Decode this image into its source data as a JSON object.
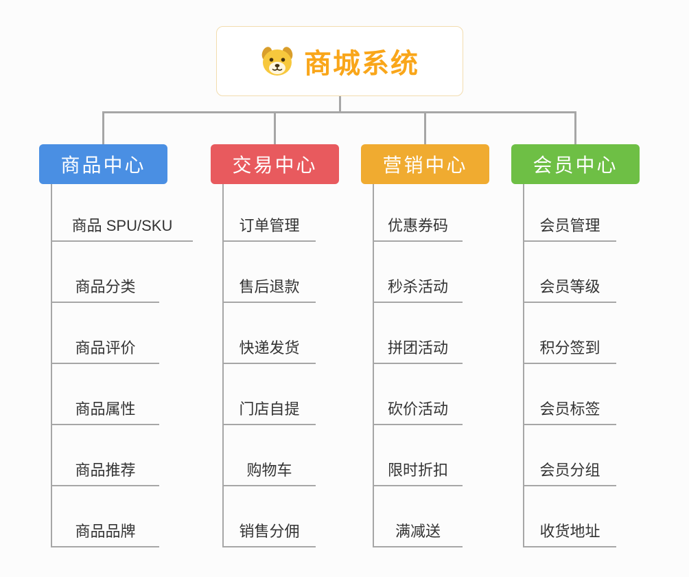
{
  "root": {
    "label": "商城系统",
    "icon": "dog-face-icon"
  },
  "colors": {
    "connector": "#a6a6a6",
    "root_text": "#f9a61a",
    "root_border": "#f2dcae"
  },
  "branches": [
    {
      "label": "商品中心",
      "color": "#4a8fe3",
      "children": [
        "商品 SPU/SKU",
        "商品分类",
        "商品评价",
        "商品属性",
        "商品推荐",
        "商品品牌"
      ]
    },
    {
      "label": "交易中心",
      "color": "#e85a5e",
      "children": [
        "订单管理",
        "售后退款",
        "快递发货",
        "门店自提",
        "购物车",
        "销售分佣"
      ]
    },
    {
      "label": "营销中心",
      "color": "#f0ab30",
      "children": [
        "优惠券码",
        "秒杀活动",
        "拼团活动",
        "砍价活动",
        "限时折扣",
        "满减送"
      ]
    },
    {
      "label": "会员中心",
      "color": "#6ebf45",
      "children": [
        "会员管理",
        "会员等级",
        "积分签到",
        "会员标签",
        "会员分组",
        "收货地址"
      ]
    }
  ]
}
